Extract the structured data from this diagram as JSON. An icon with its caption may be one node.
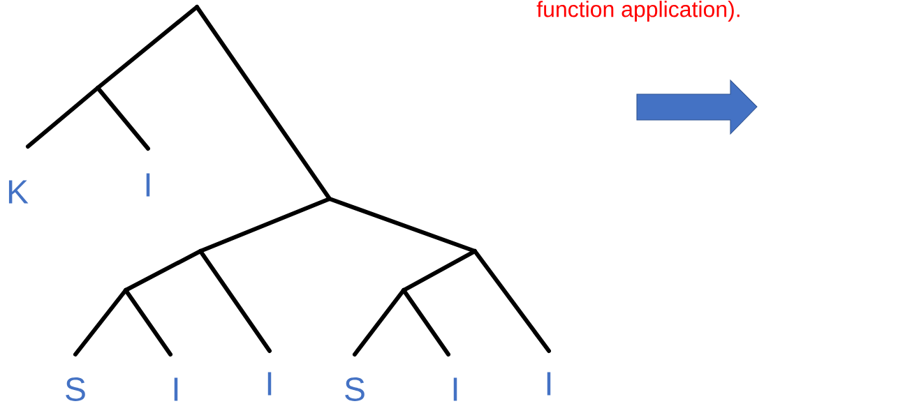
{
  "diagram": {
    "labels": [
      "function application).",
      "K",
      "I",
      "S",
      "I",
      "I",
      "S",
      "I",
      "I"
    ]
  }
}
